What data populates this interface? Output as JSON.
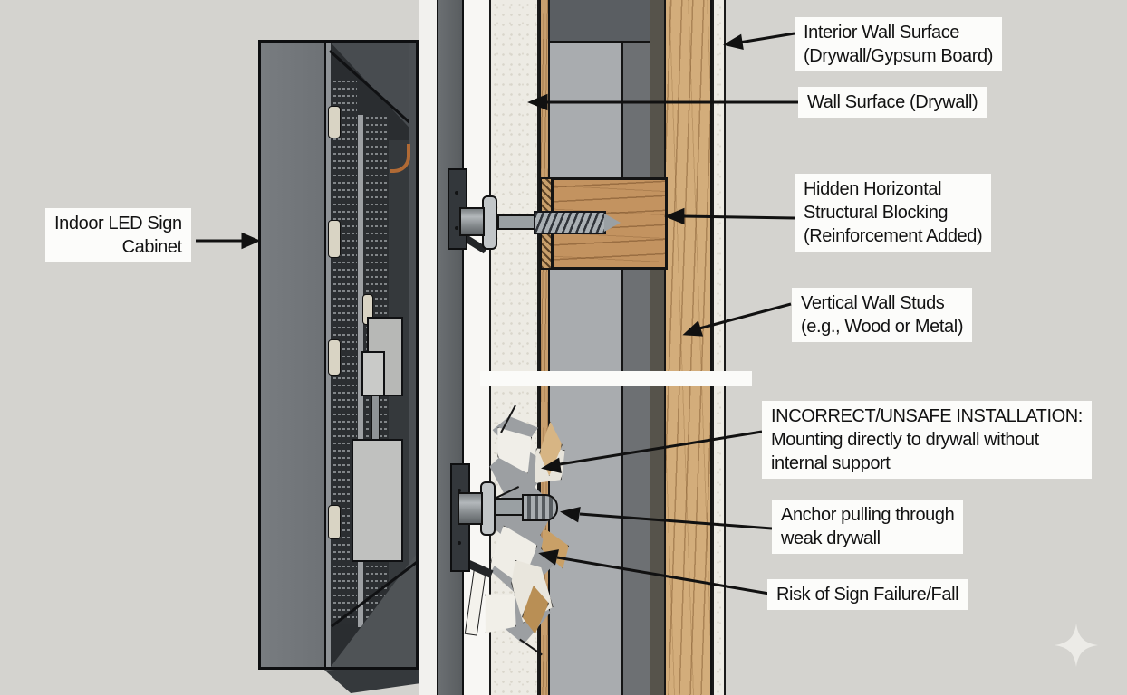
{
  "diagram": {
    "description": "Cross-section diagram comparing correct vs incorrect wall mounting of an indoor LED sign cabinet",
    "labels": {
      "cabinet": {
        "text": "Indoor LED Sign\nCabinet"
      },
      "interior_wall": {
        "text": "Interior Wall Surface\n(Drywall/Gypsum Board)"
      },
      "wall_surface": {
        "text": "Wall Surface (Drywall)"
      },
      "blocking": {
        "text": "Hidden Horizontal\nStructural Blocking\n(Reinforcement Added)"
      },
      "studs": {
        "text": "Vertical Wall Studs\n(e.g., Wood or Metal)"
      },
      "incorrect": {
        "text": "INCORRECT/UNSAFE INSTALLATION:\nMounting directly to drywall without\ninternal support"
      },
      "anchor": {
        "text": "Anchor pulling through\nweak drywall"
      },
      "risk": {
        "text": "Risk of Sign Failure/Fall"
      }
    },
    "colors": {
      "background": "#d4d3cf",
      "label_background": "#fcfcfa",
      "label_text": "#121212",
      "arrow": "#111111",
      "cabinet_side": "#75797d",
      "cabinet_interior": "#2a2d30",
      "stud_wood": "#d3ad7b",
      "blocking_wood": "#c39360",
      "drywall": "#edebe4",
      "wall_cavity": "#a9acaf",
      "fastener_metal": "#9aa0a3",
      "divider_bar": "#fbfbf9",
      "sparkle": "#ecebe7"
    }
  }
}
